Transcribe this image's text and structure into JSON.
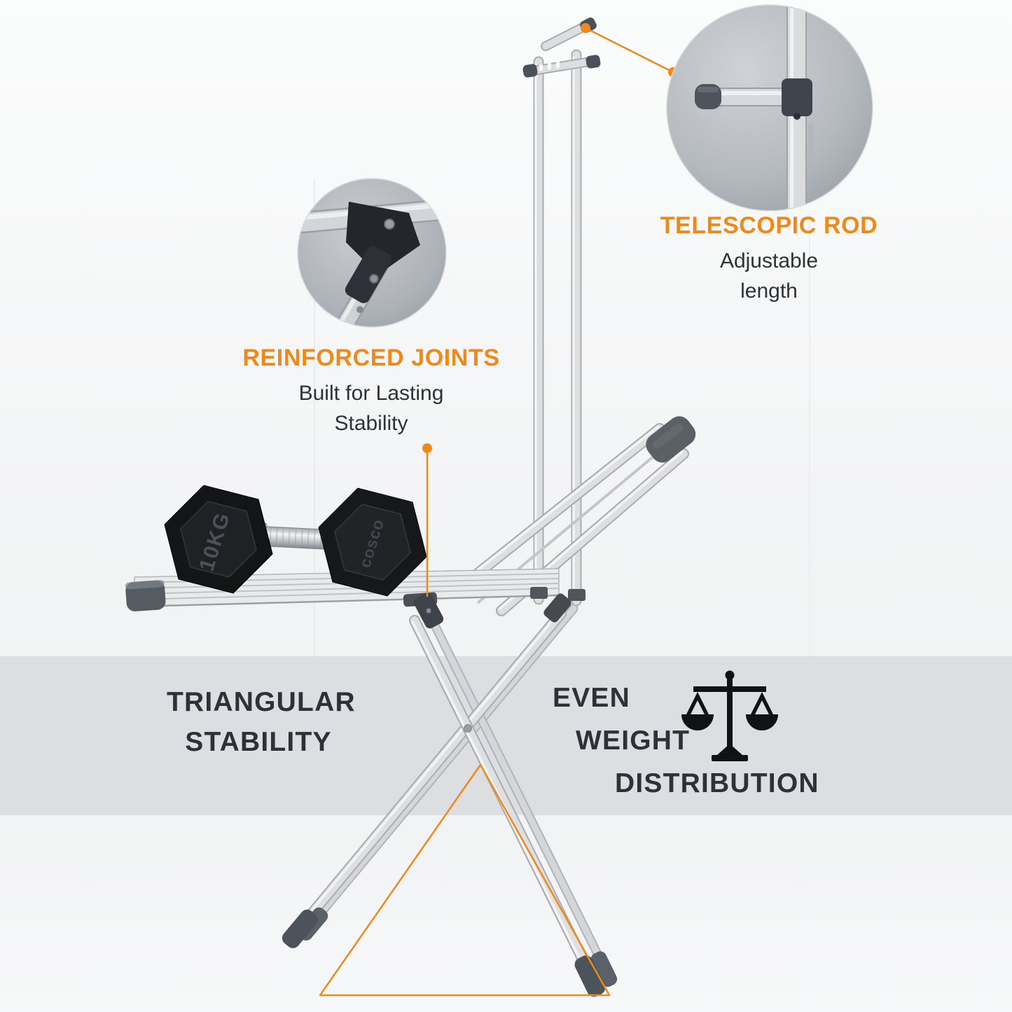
{
  "callouts": {
    "telescopic_rod": {
      "title": "TELESCOPIC ROD",
      "lines": [
        "Adjustable",
        "length"
      ]
    },
    "reinforced_joints": {
      "title": "REINFORCED JOINTS",
      "lines": [
        "Built for Lasting",
        "Stability"
      ]
    }
  },
  "features": {
    "triangular_stability": {
      "lines": [
        "TRIANGULAR",
        "STABILITY"
      ]
    },
    "even_weight_distribution": {
      "lines": [
        "EVEN",
        "WEIGHT",
        "DISTRIBUTION"
      ]
    }
  },
  "product": {
    "dumbbell_weight_label": "10KG",
    "dumbbell_brand_label": "cosco"
  },
  "colors": {
    "accent": "#F0891B",
    "text_dark": "#2D3237",
    "band": "#DCDEE1",
    "icon": "#101214"
  },
  "icons": {
    "balance_scale": "balance-scale-icon"
  }
}
